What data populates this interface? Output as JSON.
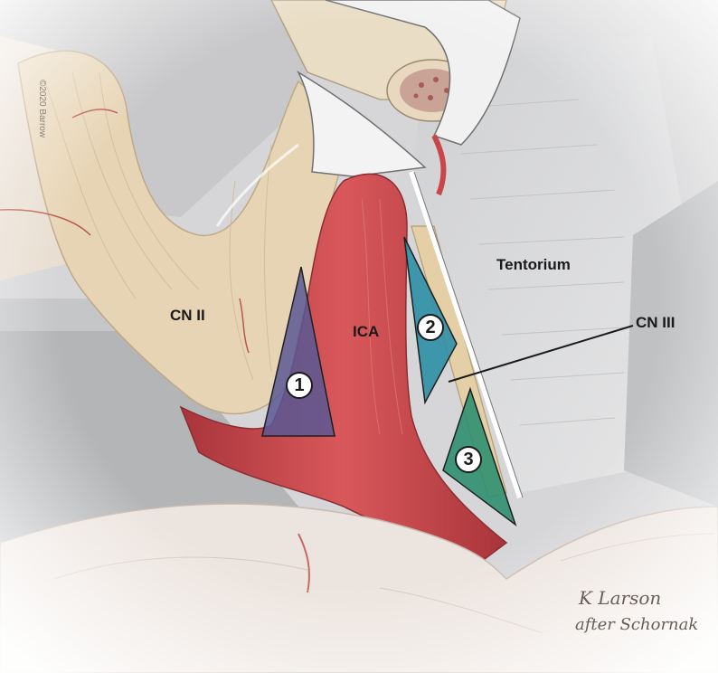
{
  "labels": {
    "cn2": "CN II",
    "ica": "ICA",
    "tentorium": "Tentorium",
    "cn3": "CN III"
  },
  "triangles": [
    {
      "number": "1",
      "color": "#5b5894"
    },
    {
      "number": "2",
      "color": "#2e8fa6"
    },
    {
      "number": "3",
      "color": "#2f8f70"
    }
  ],
  "copyright": "©2020 Barrow",
  "signature": {
    "line1": "K Larson",
    "line2": "after Schornak"
  },
  "colors": {
    "artery": "#c9474b",
    "nerve": "#e6d3b2",
    "tentorium": "#d9d9db",
    "brain": "#ece4de",
    "retractor": "#b6b8ba"
  }
}
